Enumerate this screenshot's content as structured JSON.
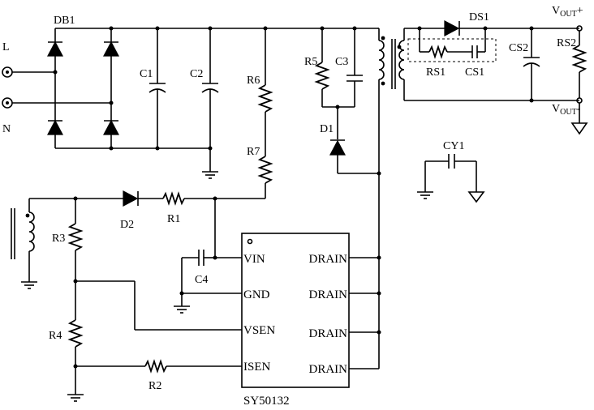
{
  "components": {
    "db1": "DB1",
    "c1": "C1",
    "c2": "C2",
    "r6": "R6",
    "r7": "R7",
    "r5": "R5",
    "c3": "C3",
    "d1": "D1",
    "ds1": "DS1",
    "rs1": "RS1",
    "cs1": "CS1",
    "cs2": "CS2",
    "rs2": "RS2",
    "cy1": "CY1",
    "d2": "D2",
    "r1": "R1",
    "r3": "R3",
    "r4": "R4",
    "r2": "R2",
    "c4": "C4"
  },
  "inputs": {
    "line": "L",
    "neutral": "N"
  },
  "outputs": {
    "vout_pos_main": "V",
    "vout_pos_sub": "OUT",
    "vout_pos_sign": "+",
    "vout_neg_main": "V",
    "vout_neg_sub": "OUT",
    "vout_neg_sign": "-"
  },
  "ic": {
    "part_number": "SY50132",
    "pins_left": [
      "VIN",
      "GND",
      "VSEN",
      "ISEN"
    ],
    "pins_right": [
      "DRAIN",
      "DRAIN",
      "DRAIN",
      "DRAIN"
    ]
  }
}
